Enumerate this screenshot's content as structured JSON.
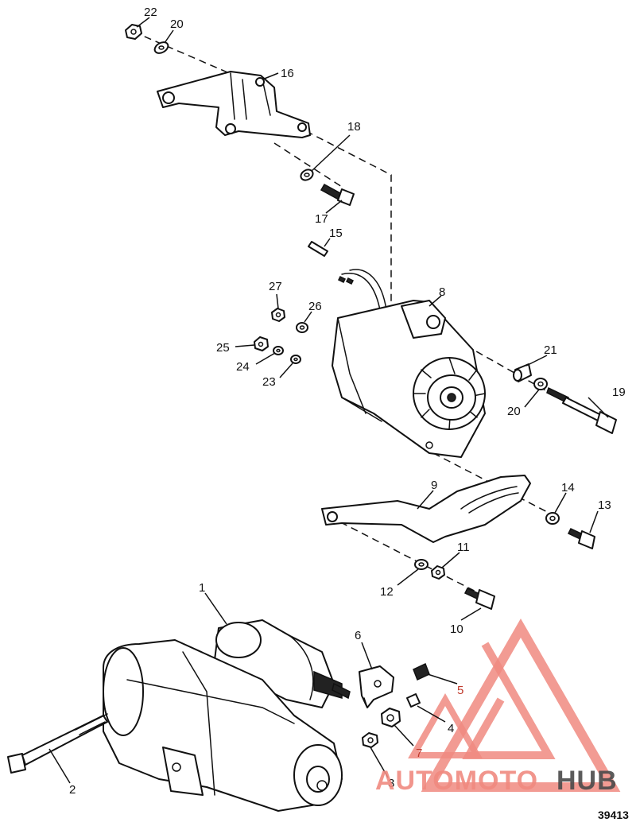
{
  "figure_number": "39413",
  "callouts": [
    {
      "id": "1",
      "label": "1"
    },
    {
      "id": "2",
      "label": "2"
    },
    {
      "id": "3",
      "label": "3"
    },
    {
      "id": "4",
      "label": "4"
    },
    {
      "id": "5",
      "label": "5"
    },
    {
      "id": "6",
      "label": "6"
    },
    {
      "id": "7",
      "label": "7"
    },
    {
      "id": "8",
      "label": "8"
    },
    {
      "id": "9",
      "label": "9"
    },
    {
      "id": "10",
      "label": "10"
    },
    {
      "id": "11",
      "label": "11"
    },
    {
      "id": "12",
      "label": "12"
    },
    {
      "id": "13",
      "label": "13"
    },
    {
      "id": "14",
      "label": "14"
    },
    {
      "id": "15",
      "label": "15"
    },
    {
      "id": "16",
      "label": "16"
    },
    {
      "id": "17",
      "label": "17"
    },
    {
      "id": "18",
      "label": "18"
    },
    {
      "id": "19",
      "label": "19"
    },
    {
      "id": "20a",
      "label": "20"
    },
    {
      "id": "20b",
      "label": "20"
    },
    {
      "id": "21",
      "label": "21"
    },
    {
      "id": "22",
      "label": "22"
    },
    {
      "id": "23",
      "label": "23"
    },
    {
      "id": "24",
      "label": "24"
    },
    {
      "id": "25",
      "label": "25"
    },
    {
      "id": "26",
      "label": "26"
    },
    {
      "id": "27",
      "label": "27"
    }
  ],
  "watermark": {
    "part1": "AUTOMOTO",
    "part2": "HUB",
    "color_primary": "#f08a80",
    "color_secondary": "#4a4a4a",
    "color_accent": "#f5b54a"
  }
}
